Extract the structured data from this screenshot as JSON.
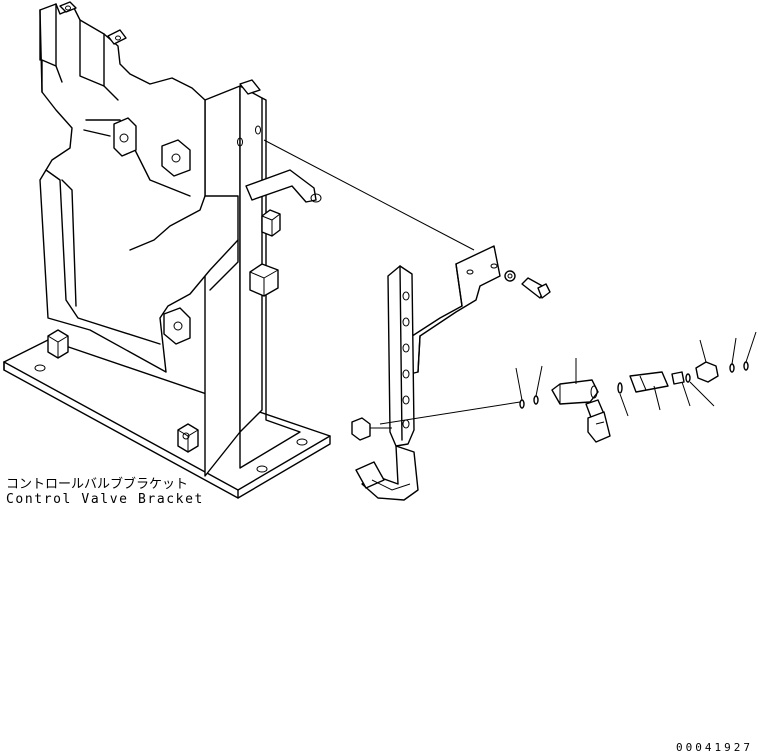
{
  "labels": {
    "part_name_jp": "コントロールバルブブラケット",
    "part_name_en": "Control Valve Bracket",
    "drawing_number": "00041927"
  },
  "colors": {
    "line": "#000000",
    "background": "#ffffff"
  }
}
